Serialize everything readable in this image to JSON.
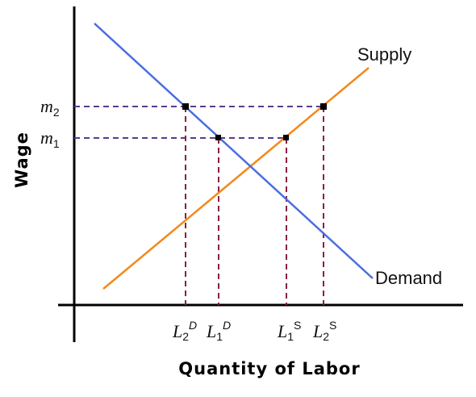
{
  "axes": {
    "y_title": "Wage",
    "x_title": "Quantity of Labor"
  },
  "curves": {
    "supply_label": "Supply",
    "demand_label": "Demand",
    "supply_color": "#f28a1b",
    "demand_color": "#4a6ee0"
  },
  "guides": {
    "color": "#5a3b8c",
    "vertical_color": "#8a2040"
  },
  "wage_labels": {
    "m2_base": "m",
    "m2_sub": "2",
    "m1_base": "m",
    "m1_sub": "1"
  },
  "quantity_labels": {
    "l2d_base": "L",
    "l2d_sub": "2",
    "l2d_sup": "D",
    "l1d_base": "L",
    "l1d_sub": "1",
    "l1d_sup": "D",
    "l1s_base": "L",
    "l1s_sub": "1",
    "l1s_sup": "S",
    "l2s_base": "L",
    "l2s_sub": "2",
    "l2s_sup": "S"
  }
}
